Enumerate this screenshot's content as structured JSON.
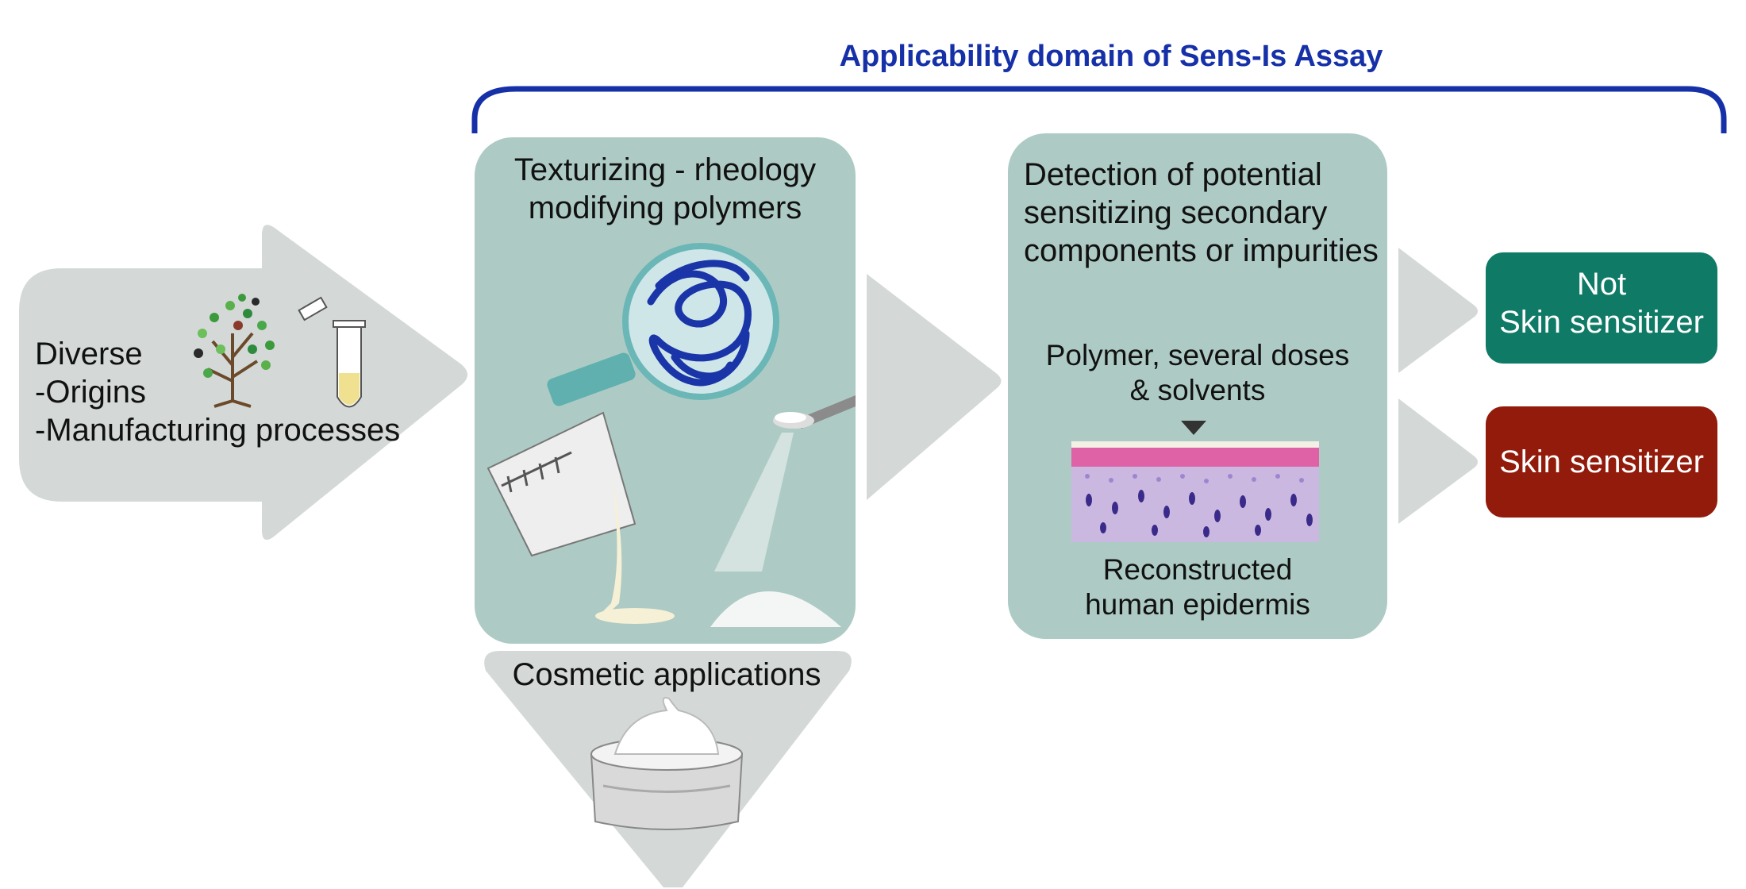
{
  "header": {
    "title": "Applicability domain of Sens-Is Assay"
  },
  "input": {
    "heading": "Diverse",
    "items": [
      {
        "bullet": "-",
        "text": "Origins"
      },
      {
        "bullet": "-",
        "text": "Manufacturing processes"
      }
    ]
  },
  "polymers_box": {
    "title_line1": "Texturizing - rheology",
    "title_line2": "modifying polymers"
  },
  "cosmetic": {
    "label": "Cosmetic applications"
  },
  "detection_box": {
    "title_line1": "Detection of potential",
    "title_line2": "sensitizing secondary",
    "title_line3": "components or impurities",
    "dose_line1": "Polymer, several doses",
    "dose_line2": "& solvents",
    "model_line1": "Reconstructed",
    "model_line2": "human epidermis"
  },
  "outcomes": [
    {
      "line1": "Not",
      "line2": "Skin sensitizer",
      "color": "#0f7a66"
    },
    {
      "line1": "Skin sensitizer",
      "line2": "",
      "color": "#921b0b"
    }
  ],
  "colors": {
    "accent": "#1630a8",
    "panel": "#adcbc4",
    "arrow": "#d4d9d8"
  }
}
